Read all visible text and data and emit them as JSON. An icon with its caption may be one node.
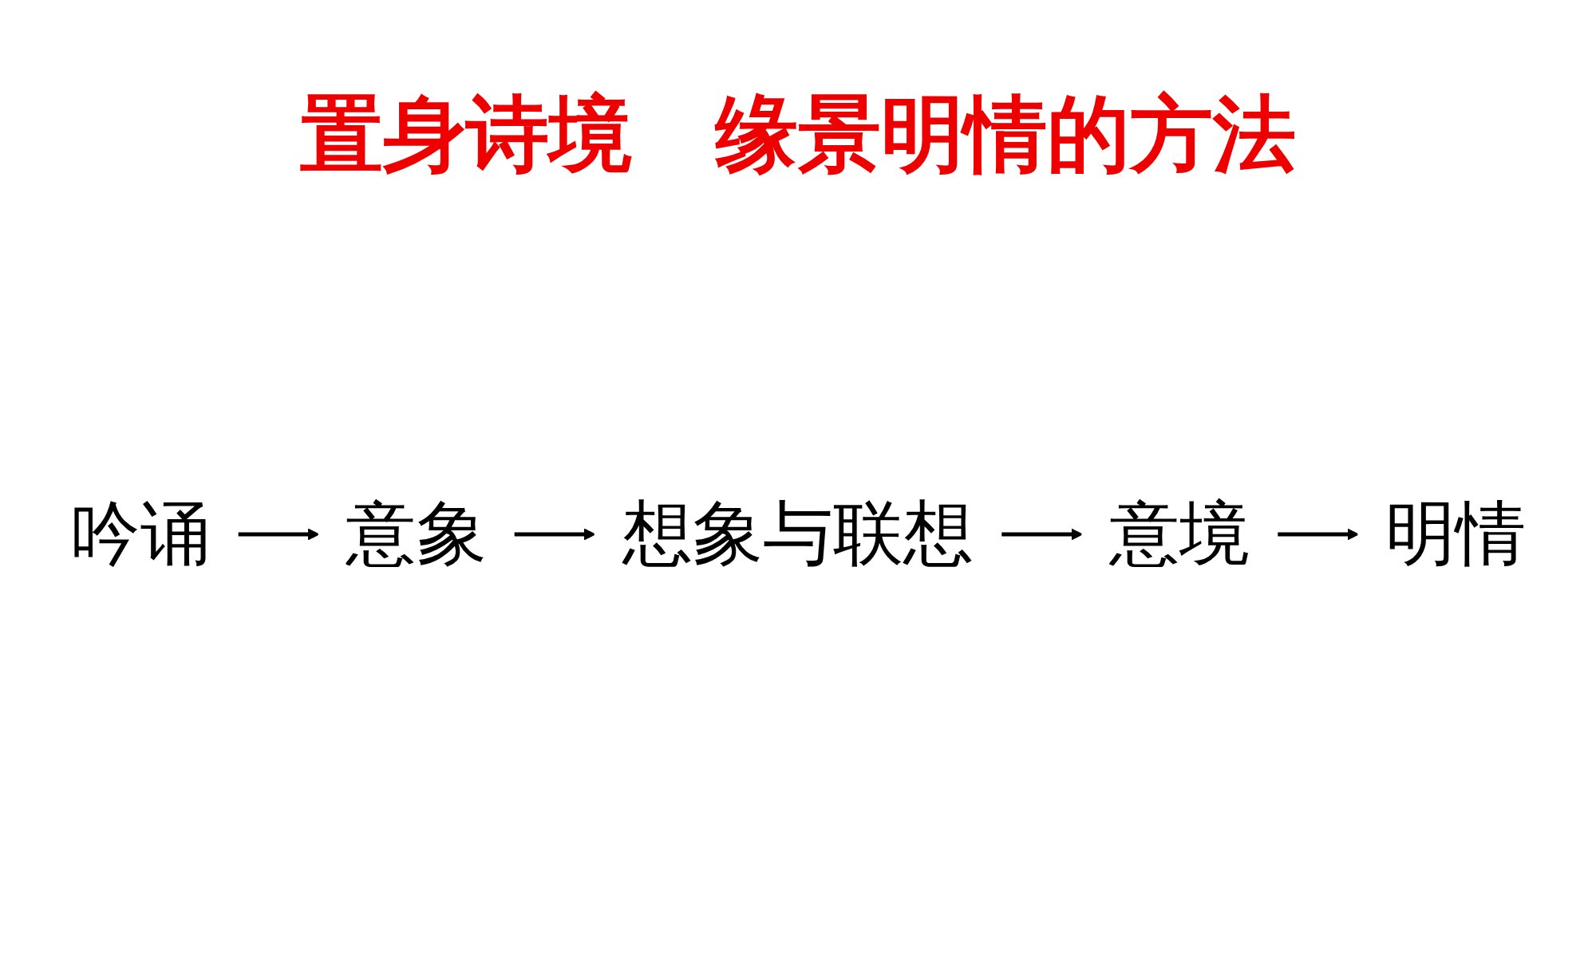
{
  "diagram": {
    "title": "置身诗境　缘景明情的方法",
    "nodes": [
      {
        "text": [
          "吟诵"
        ]
      },
      {
        "text": [
          "意象"
        ]
      },
      {
        "text": [
          "想象与联想"
        ]
      },
      {
        "text": [
          "意境"
        ]
      },
      {
        "text": [
          "明情"
        ]
      }
    ],
    "edges": [
      {
        "from": 0,
        "to": 1,
        "arrow": "to"
      },
      {
        "from": 1,
        "to": 2,
        "arrow": "to"
      },
      {
        "from": 2,
        "to": 3,
        "arrow": "to"
      },
      {
        "from": 3,
        "to": 4,
        "arrow": "to"
      }
    ]
  }
}
